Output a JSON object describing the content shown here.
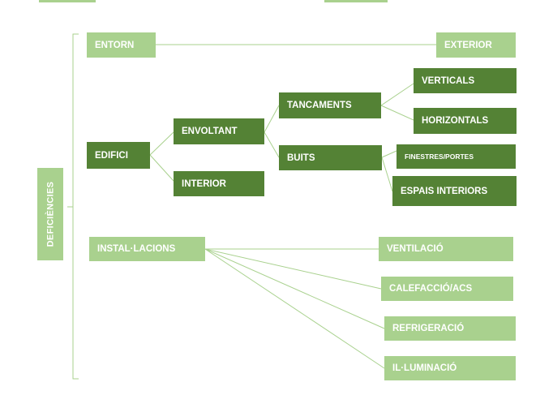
{
  "root_label": "DEFICIÈNCIES",
  "nodes": {
    "entorn": "ENTORN",
    "exterior": "EXTERIOR",
    "edifici": "EDIFICI",
    "envoltant": "ENVOLTANT",
    "interior": "INTERIOR",
    "tancaments": "TANCAMENTS",
    "verticals": "VERTICALS",
    "horizontals": "HORIZONTALS",
    "buits": "BUITS",
    "finestres_portes": "FINESTRES/PORTES",
    "espais_interiors": "ESPAIS INTERIORS",
    "installacions": "INSTAL·LACIONS",
    "ventilacio": "VENTILACIÓ",
    "calefaccio_acs": "CALEFACCIÓ/ACS",
    "refrigeracio": "REFRIGERACIÓ",
    "illuminacio": "IL·LUMINACIÓ"
  },
  "colors": {
    "light": "#a9d18e",
    "dark": "#548235"
  }
}
